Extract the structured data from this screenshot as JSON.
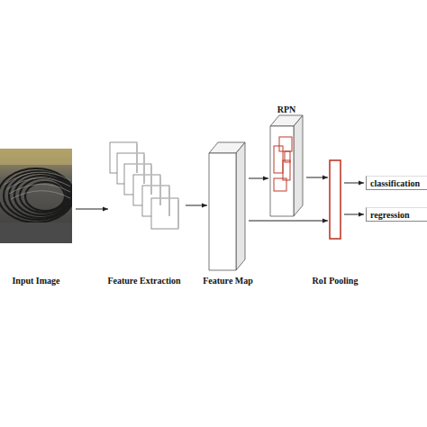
{
  "diagram": {
    "nodes": [
      {
        "text": [
          "Input Image"
        ]
      },
      {
        "text": [
          "Feature Extraction"
        ]
      },
      {
        "text": [
          "Feature Map"
        ]
      },
      {
        "text": [
          "RPN"
        ]
      },
      {
        "text": [
          "RoI Pooling"
        ]
      },
      {
        "text": [
          "classification"
        ]
      },
      {
        "text": [
          "regression"
        ]
      }
    ],
    "edges": [
      {
        "from": 0,
        "to": 1,
        "arrow": "to"
      },
      {
        "from": 1,
        "to": 2,
        "arrow": "to"
      },
      {
        "from": 2,
        "to": 3,
        "arrow": "to"
      },
      {
        "from": 3,
        "to": 4,
        "arrow": "to"
      },
      {
        "from": 2,
        "to": 4,
        "arrow": "to"
      },
      {
        "from": 4,
        "to": 5,
        "arrow": "to"
      },
      {
        "from": 4,
        "to": 6,
        "arrow": "to"
      }
    ]
  }
}
